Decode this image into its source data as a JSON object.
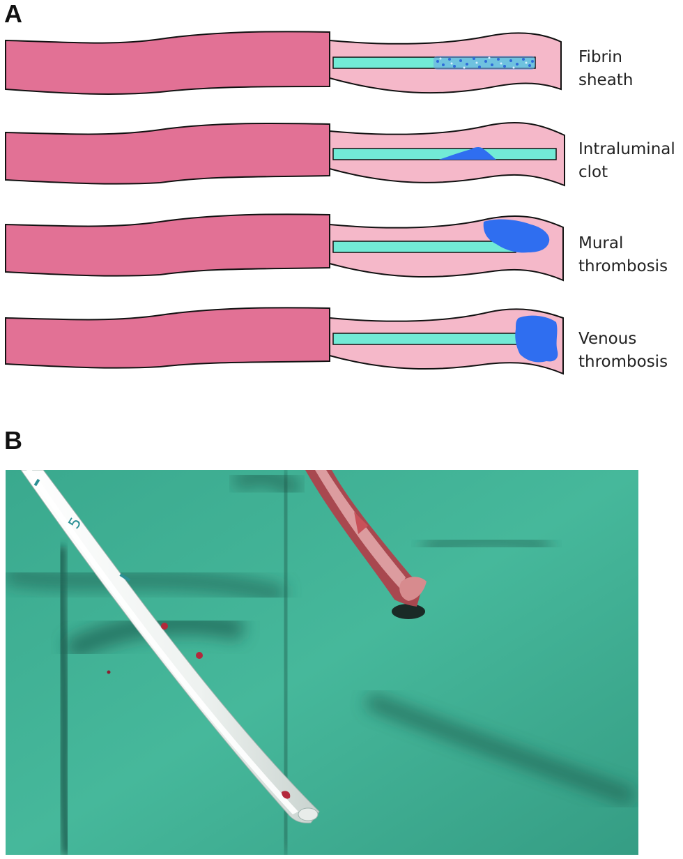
{
  "panel_a": {
    "letter": "A",
    "rows": [
      {
        "id": "fibrin-sheath",
        "label_line1": "Fibrin",
        "label_line2": "sheath"
      },
      {
        "id": "intraluminal-clot",
        "label_line1": "Intraluminal",
        "label_line2": "clot"
      },
      {
        "id": "mural-thrombosis",
        "label_line1": "Mural",
        "label_line2": "thrombosis"
      },
      {
        "id": "venous-thrombosis",
        "label_line1": "Venous",
        "label_line2": "thrombosis"
      }
    ]
  },
  "panel_b": {
    "letter": "B",
    "catheter_markings": [
      "5",
      "I"
    ]
  },
  "colors": {
    "outer_tube": "#e27195",
    "vessel": "#f5b8c9",
    "catheter": "#72ead6",
    "clot": "#2f6ef0",
    "drape": "#3faf93",
    "outline": "#111111"
  }
}
